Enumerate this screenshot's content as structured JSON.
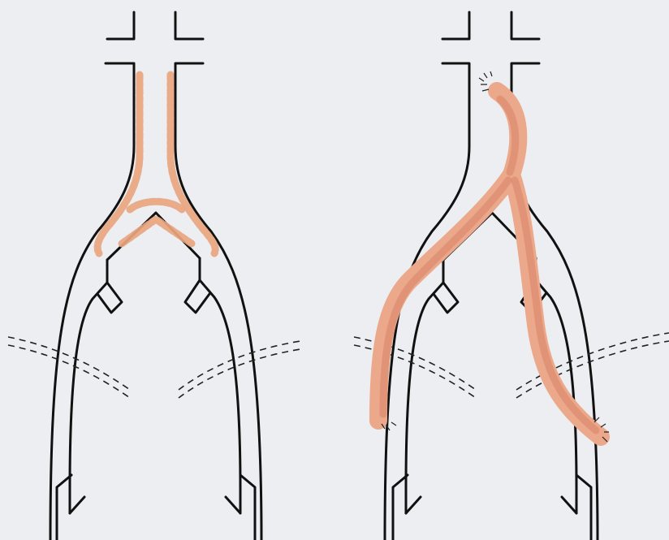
{
  "figure": {
    "panels": [
      {
        "id": "left",
        "depicts": "aortoiliac-bifurcation-with-plaque"
      },
      {
        "id": "right",
        "depicts": "aortoiliac-bifurcation-with-bifurcated-graft"
      }
    ]
  },
  "colors": {
    "background": "#eceef1",
    "vessel_outline": "#111111",
    "plaque": "#e9a57f",
    "graft": "#eba88a",
    "graft_shadow": "#d98268"
  }
}
